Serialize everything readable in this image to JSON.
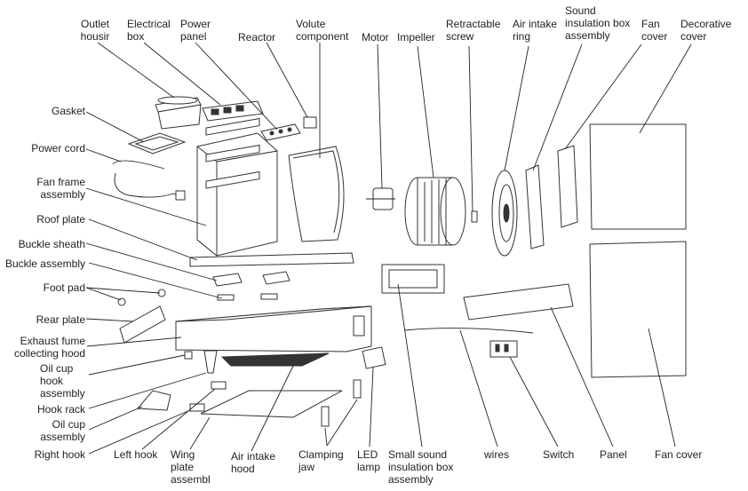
{
  "labels": {
    "outlet_housing": "Outlet\nhousir",
    "electrical_box": "Electrical\nbox",
    "power_panel": "Power\npanel",
    "reactor": "Reactor",
    "volute_component": "Volute\ncomponent",
    "motor": "Motor",
    "impeller": "Impeller",
    "retractable_screw": "Retractable\nscrew",
    "air_intake_ring": "Air intake\nring",
    "sound_insulation_box_assembly": "Sound\ninsulation box\nassembly",
    "fan_cover_top": "Fan\ncover",
    "decorative_cover": "Decorative\ncover",
    "gasket": "Gasket",
    "power_cord": "Power cord",
    "fan_frame_assembly": "Fan frame\nassembly",
    "roof_plate": "Roof plate",
    "buckle_sheath": "Buckle sheath",
    "buckle_assembly": "Buckle assembly",
    "foot_pad": "Foot pad",
    "rear_plate": "Rear plate",
    "exhaust_fume_collecting_hood": "Exhaust fume\ncollecting hood",
    "oil_cup_hook_assembly": "Oil cup\nhook\nassembly",
    "hook_rack": "Hook rack",
    "oil_cup_assembly": "Oil cup\nassembly",
    "right_hook": "Right hook",
    "left_hook": "Left hook",
    "wing_plate_assembly": "Wing\nplate\nassembl",
    "air_intake_hood": "Air intake\nhood",
    "clamping_jaw": "Clamping\njaw",
    "led_lamp": "LED\nlamp",
    "small_sound_insulation_box_assembly": "Small sound\ninsulation box\nassembly",
    "wires": "wires",
    "switch": "Switch",
    "panel": "Panel",
    "fan_cover_bottom": "Fan cover"
  }
}
